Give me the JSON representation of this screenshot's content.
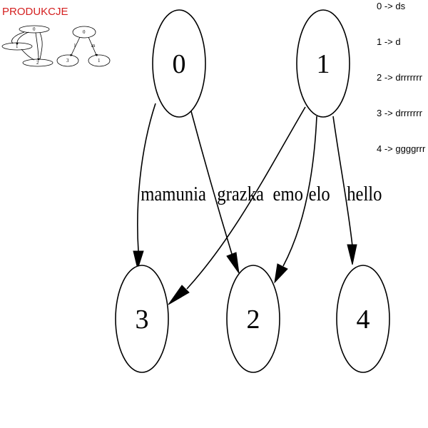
{
  "header": {
    "title": "PRODUKCJE",
    "title_color": "#d42020"
  },
  "productions": [
    {
      "text": "0 -> ds"
    },
    {
      "text": "1 -> d"
    },
    {
      "text": "2 -> drrrrrrr"
    },
    {
      "text": "3 -> drrrrrrr"
    },
    {
      "text": "4 -> ggggrrr"
    }
  ],
  "thumbnail": {
    "nodes": [
      "0",
      "1",
      "2",
      "0",
      "3",
      "1"
    ],
    "edge_labels": [
      "l",
      "m"
    ]
  },
  "graph": {
    "nodes": [
      {
        "id": "0",
        "label": "0"
      },
      {
        "id": "1",
        "label": "1"
      },
      {
        "id": "3",
        "label": "3"
      },
      {
        "id": "2",
        "label": "2"
      },
      {
        "id": "4",
        "label": "4"
      }
    ],
    "edges": [
      {
        "from": "0",
        "to": "3",
        "label": "mamunia"
      },
      {
        "from": "0",
        "to": "2",
        "label": "grazka"
      },
      {
        "from": "1",
        "to": "3",
        "label": "emo"
      },
      {
        "from": "1",
        "to": "2",
        "label": "elo"
      },
      {
        "from": "1",
        "to": "4",
        "label": "hello"
      }
    ]
  }
}
